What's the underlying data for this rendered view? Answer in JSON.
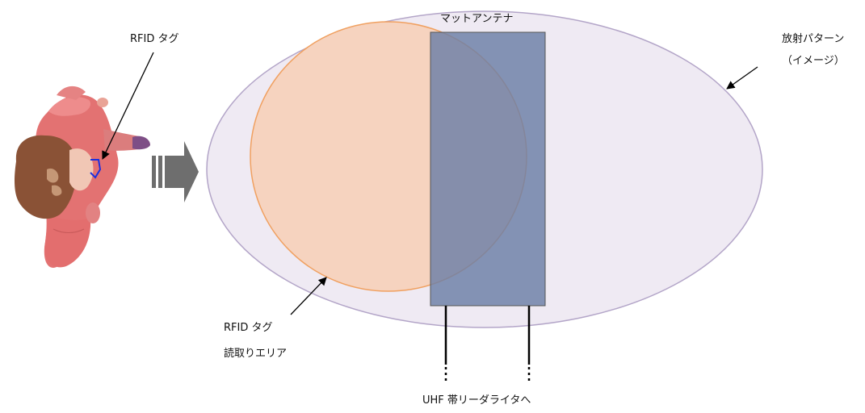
{
  "labels": {
    "rfid_tag": "RFID タグ",
    "mat_antenna": "マットアンテナ",
    "radiation_pattern_line1": "放射パターン",
    "radiation_pattern_line2": "（イメージ）",
    "read_area_line1": "RFID タグ",
    "read_area_line2": "読取りエリア",
    "to_reader_writer": "UHF 帯リーダライタへ"
  },
  "colors": {
    "radiation_fill": "#efeaf3",
    "radiation_stroke": "#b3a5c8",
    "read_area_fill": "#f6d3bf",
    "read_area_stroke": "#f0a060",
    "antenna_fill": "#6b7fa6",
    "arrow_gray": "#7a7a7a",
    "person_shirt": "#e07070",
    "person_hair": "#8a5236",
    "tag_blue": "#1a2fe0"
  },
  "icons": {
    "person": "person-top-view-icon",
    "direction_arrow": "block-arrow-right-icon"
  }
}
